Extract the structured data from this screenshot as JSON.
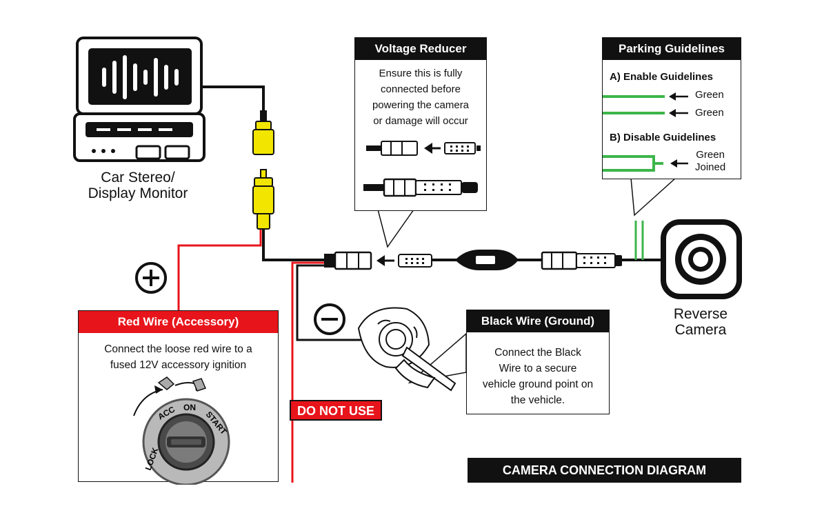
{
  "stereo": {
    "label_line1": "Car Stereo/",
    "label_line2": "Display Monitor"
  },
  "camera": {
    "label_line1": "Reverse",
    "label_line2": "Camera"
  },
  "voltage_reducer": {
    "title": "Voltage Reducer",
    "lines": [
      "Ensure this is fully",
      "connected before",
      "powering the camera",
      "or damage will occur"
    ]
  },
  "parking_guidelines": {
    "title": "Parking Guidelines",
    "enable_heading": "A) Enable Guidelines",
    "enable_labels": [
      "Green",
      "Green"
    ],
    "disable_heading": "B) Disable Guidelines",
    "disable_label_line1": "Green",
    "disable_label_line2": "Joined"
  },
  "red_wire": {
    "title": "Red Wire (Accessory)",
    "lines": [
      "Connect the loose red wire to a",
      "fused 12V accessory ignition"
    ],
    "ignition_labels": [
      "LOCK",
      "ACC",
      "ON",
      "START"
    ]
  },
  "black_wire": {
    "title": "Black Wire (Ground)",
    "lines": [
      "Connect the Black",
      "Wire to a secure",
      "vehicle ground point on",
      "the vehicle."
    ]
  },
  "do_not_use": "DO NOT USE",
  "footer": "CAMERA CONNECTION DIAGRAM",
  "symbols": {
    "plus": "+",
    "minus": "−"
  },
  "colors": {
    "red_wire": "#e8141b",
    "green_wire": "#3cb54a",
    "rca_yellow": "#f2e600",
    "black": "#111111"
  }
}
